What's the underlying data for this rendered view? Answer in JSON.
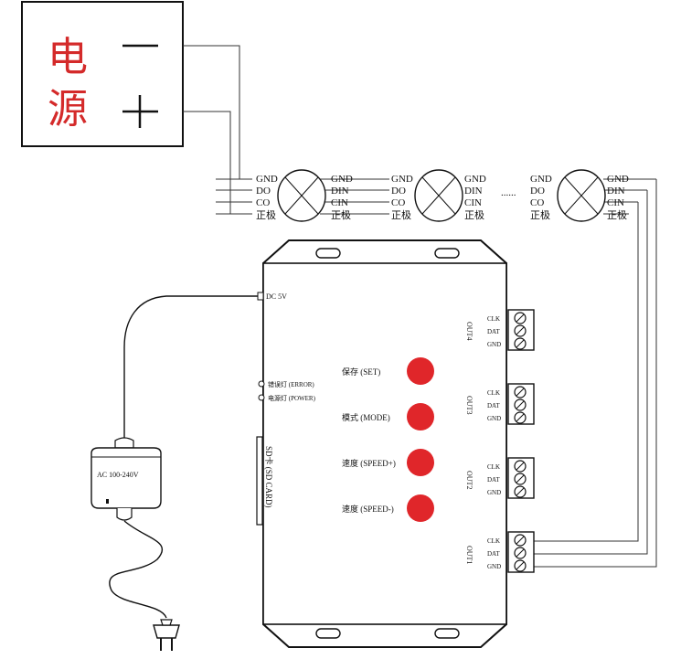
{
  "power_supply": {
    "label_line1": "电",
    "label_line2": "源",
    "minus_symbol": "—",
    "plus_symbol": "+"
  },
  "pixels": [
    {
      "left": [
        "GND",
        "DO",
        "CO",
        "正极"
      ],
      "right": [
        "GND",
        "DIN",
        "CIN",
        "正极"
      ]
    },
    {
      "left": [
        "GND",
        "DO",
        "CO",
        "正极"
      ],
      "right": [
        "GND",
        "DIN",
        "CIN",
        "正极"
      ]
    },
    {
      "left": [
        "GND",
        "DO",
        "CO",
        "正极"
      ],
      "right": [
        "GND",
        "DIN",
        "CIN",
        "正极"
      ]
    }
  ],
  "ellipsis": "......",
  "controller": {
    "dc_label": "DC 5V",
    "error_led_label": "错误灯 (ERROR)",
    "power_led_label": "电源灯 (POWER)",
    "sd_label": "SD卡 (SD CARD)",
    "buttons": [
      {
        "label": "保存 (SET)",
        "color": "#e0262a"
      },
      {
        "label": "模式 (MODE)",
        "color": "#e0262a"
      },
      {
        "label": "速度 (SPEED+)",
        "color": "#e0262a"
      },
      {
        "label": "速度 (SPEED-)",
        "color": "#e0262a"
      }
    ],
    "outputs": [
      {
        "name": "OUT4",
        "pins": [
          "CLK",
          "DAT",
          "GND"
        ]
      },
      {
        "name": "OUT3",
        "pins": [
          "CLK",
          "DAT",
          "GND"
        ]
      },
      {
        "name": "OUT2",
        "pins": [
          "CLK",
          "DAT",
          "GND"
        ]
      },
      {
        "name": "OUT1",
        "pins": [
          "CLK",
          "DAT",
          "GND"
        ]
      }
    ]
  },
  "adapter": {
    "label": "AC 100-240V"
  },
  "colors": {
    "ink": "#111111",
    "power_label": "#d42a2a",
    "button": "#e0262a"
  }
}
